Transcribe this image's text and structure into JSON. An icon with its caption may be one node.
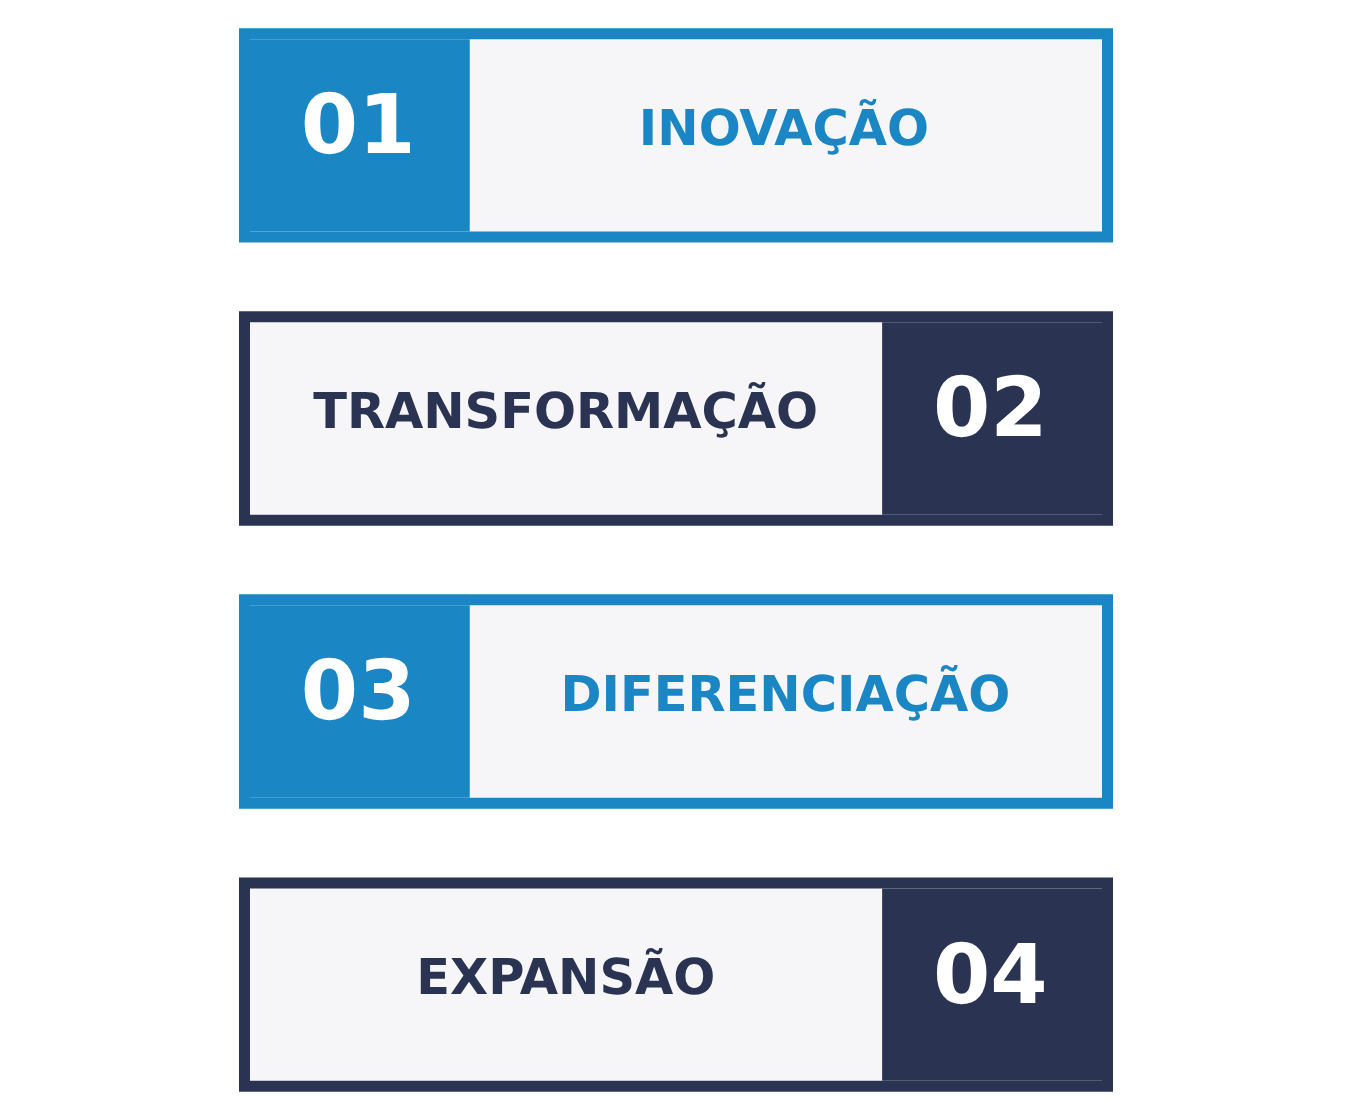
{
  "diagram": {
    "nodes": [
      {
        "text": [
          "01",
          "INOVAÇÃO"
        ]
      },
      {
        "text": [
          "TRANSFORMAÇÃO",
          "02"
        ]
      },
      {
        "text": [
          "03",
          "DIFERENCIAÇÃO"
        ]
      },
      {
        "text": [
          "EXPANSÃO",
          "04"
        ]
      }
    ]
  }
}
